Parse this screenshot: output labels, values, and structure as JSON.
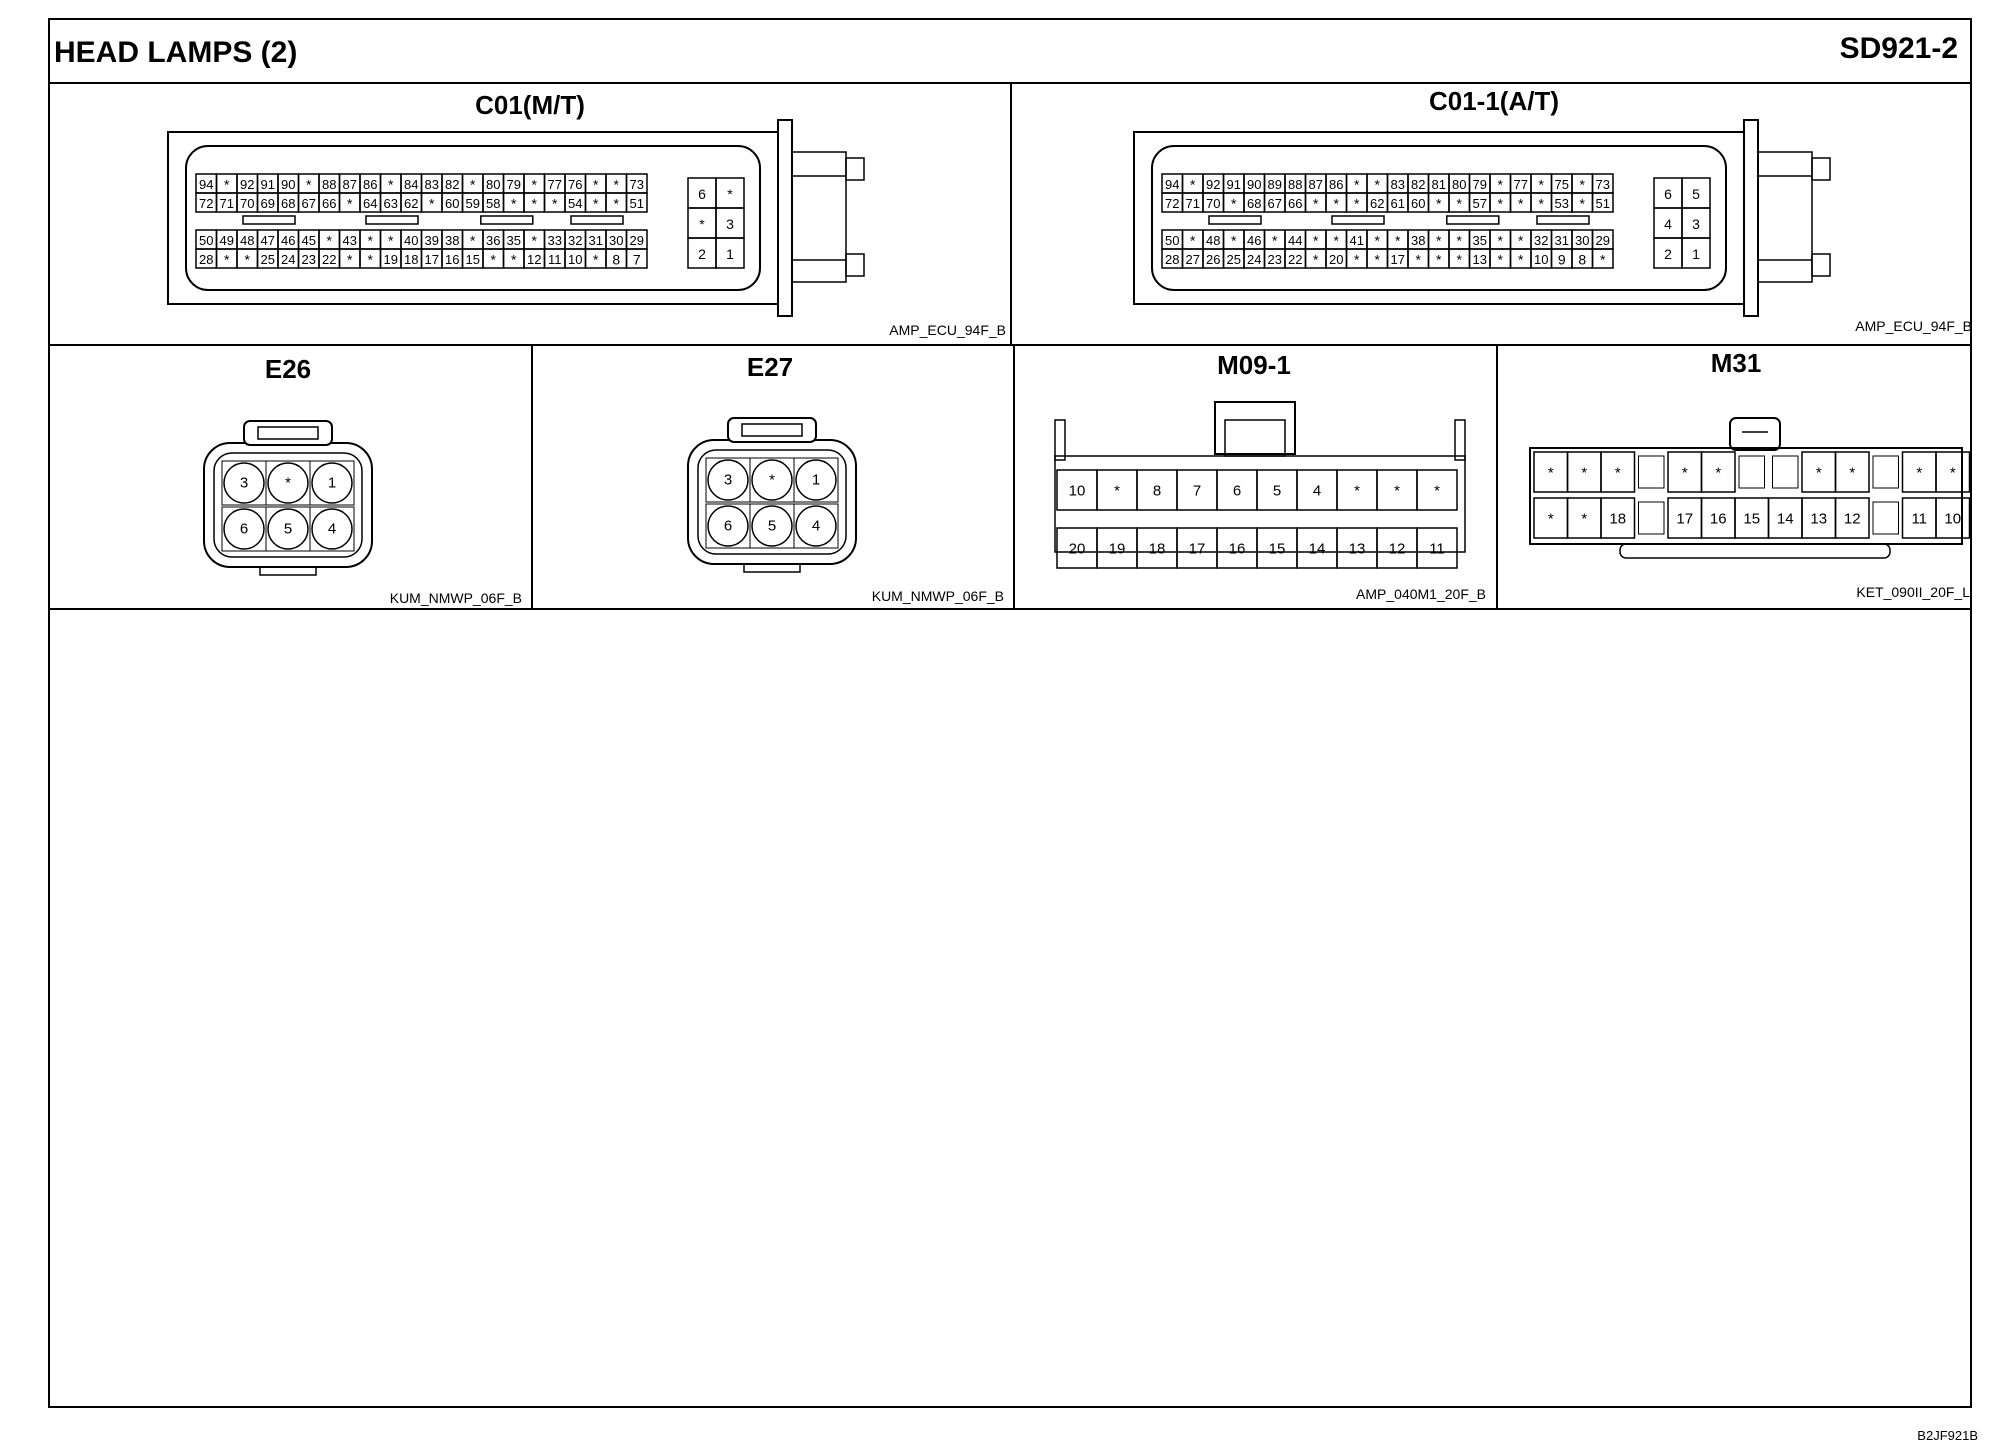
{
  "header": {
    "title": "HEAD LAMPS (2)",
    "code": "SD921-2"
  },
  "footer": {
    "doc_ref": "B2JF921B"
  },
  "connectors": {
    "c01": {
      "title": "C01(M/T)",
      "part_code": "AMP_ECU_94F_B",
      "main_rows": [
        [
          "94",
          "*",
          "92",
          "91",
          "90",
          "*",
          "88",
          "87",
          "86",
          "*",
          "84",
          "83",
          "82",
          "*",
          "80",
          "79",
          "*",
          "77",
          "76",
          "*",
          "*",
          "73"
        ],
        [
          "72",
          "71",
          "70",
          "69",
          "68",
          "67",
          "66",
          "*",
          "64",
          "63",
          "62",
          "*",
          "60",
          "59",
          "58",
          "*",
          "*",
          "*",
          "54",
          "*",
          "*",
          "51"
        ],
        [
          "50",
          "49",
          "48",
          "47",
          "46",
          "45",
          "*",
          "43",
          "*",
          "*",
          "40",
          "39",
          "38",
          "*",
          "36",
          "35",
          "*",
          "33",
          "32",
          "31",
          "30",
          "29"
        ],
        [
          "28",
          "*",
          "*",
          "25",
          "24",
          "23",
          "22",
          "*",
          "*",
          "19",
          "18",
          "17",
          "16",
          "15",
          "*",
          "*",
          "12",
          "11",
          "10",
          "*",
          "8",
          "7"
        ]
      ],
      "side_rows": [
        [
          "6",
          "*"
        ],
        [
          "*",
          "3"
        ],
        [
          "2",
          "1"
        ]
      ]
    },
    "c01_1": {
      "title": "C01-1(A/T)",
      "part_code": "AMP_ECU_94F_B",
      "main_rows": [
        [
          "94",
          "*",
          "92",
          "91",
          "90",
          "89",
          "88",
          "87",
          "86",
          "*",
          "*",
          "83",
          "82",
          "81",
          "80",
          "79",
          "*",
          "77",
          "*",
          "75",
          "*",
          "73"
        ],
        [
          "72",
          "71",
          "70",
          "*",
          "68",
          "67",
          "66",
          "*",
          "*",
          "*",
          "62",
          "61",
          "60",
          "*",
          "*",
          "57",
          "*",
          "*",
          "*",
          "53",
          "*",
          "51"
        ],
        [
          "50",
          "*",
          "48",
          "*",
          "46",
          "*",
          "44",
          "*",
          "*",
          "41",
          "*",
          "*",
          "38",
          "*",
          "*",
          "35",
          "*",
          "*",
          "32",
          "31",
          "30",
          "29"
        ],
        [
          "28",
          "27",
          "26",
          "25",
          "24",
          "23",
          "22",
          "*",
          "20",
          "*",
          "*",
          "17",
          "*",
          "*",
          "*",
          "13",
          "*",
          "*",
          "10",
          "9",
          "8",
          "*"
        ]
      ],
      "side_rows": [
        [
          "6",
          "5"
        ],
        [
          "4",
          "3"
        ],
        [
          "2",
          "1"
        ]
      ]
    },
    "e26": {
      "title": "E26",
      "part_code": "KUM_NMWP_06F_B",
      "pins": [
        [
          "3",
          "*",
          "1"
        ],
        [
          "6",
          "5",
          "4"
        ]
      ]
    },
    "e27": {
      "title": "E27",
      "part_code": "KUM_NMWP_06F_B",
      "pins": [
        [
          "3",
          "*",
          "1"
        ],
        [
          "6",
          "5",
          "4"
        ]
      ]
    },
    "m09_1": {
      "title": "M09-1",
      "part_code": "AMP_040M1_20F_B",
      "pins": [
        [
          "10",
          "*",
          "8",
          "7",
          "6",
          "5",
          "4",
          "*",
          "*",
          "*"
        ],
        [
          "20",
          "19",
          "18",
          "17",
          "16",
          "15",
          "14",
          "13",
          "12",
          "11"
        ]
      ]
    },
    "m31": {
      "title": "M31",
      "part_code": "KET_090II_20F_L",
      "pins": [
        [
          "*",
          "*",
          "*",
          "",
          "*",
          "*",
          "",
          "",
          "*",
          "*",
          "",
          "*",
          "*"
        ],
        [
          "*",
          "*",
          "18",
          "",
          "17",
          "16",
          "15",
          "14",
          "13",
          "12",
          "",
          "11",
          "10"
        ]
      ]
    }
  }
}
